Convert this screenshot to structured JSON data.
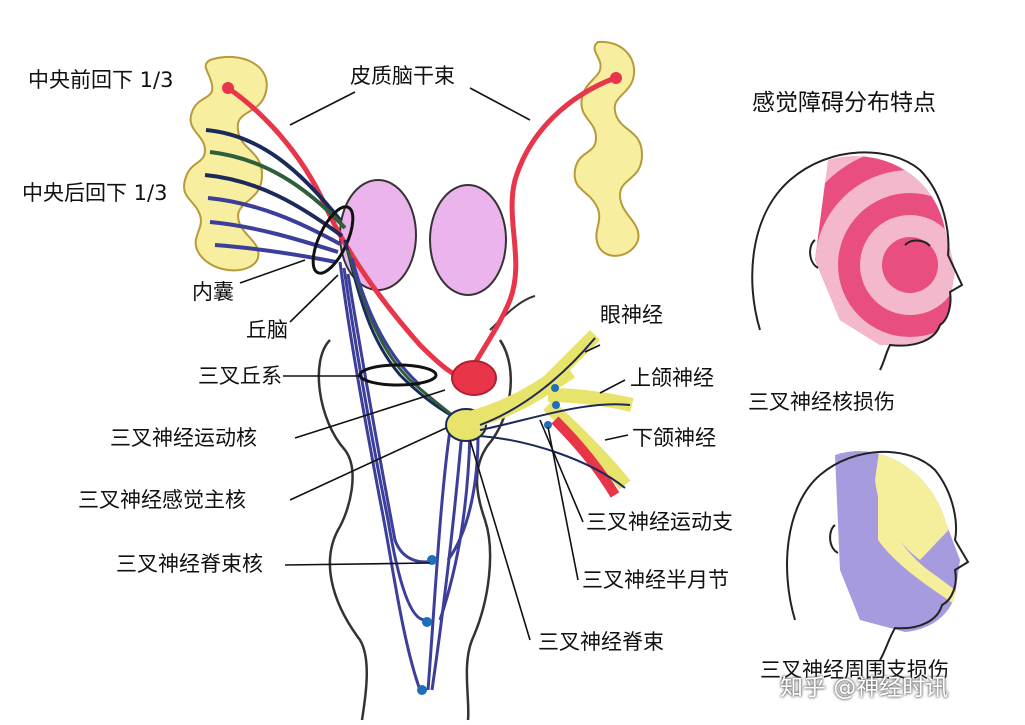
{
  "labels": {
    "precentral_lower": "中央前回下 1/3",
    "postcentral_lower": "中央后回下 1/3",
    "corticobulbar": "皮质脑干束",
    "internal_capsule": "内囊",
    "thalamus": "丘脑",
    "trigeminal_lemniscus": "三叉丘系",
    "motor_nucleus": "三叉神经运动核",
    "principal_sensory_nucleus": "三叉神经感觉主核",
    "spinal_nucleus": "三叉神经脊束核",
    "ophthalmic_nerve": "眼神经",
    "maxillary_nerve": "上颌神经",
    "mandibular_nerve": "下颌神经",
    "motor_branch": "三叉神经运动支",
    "semilunar_ganglion": "三叉神经半月节",
    "spinal_tract": "三叉神经脊束"
  },
  "panels": {
    "title": "感觉障碍分布特点",
    "nucleus_lesion": "三叉神经核损伤",
    "peripheral_lesion": "三叉神经周围支损伤"
  },
  "watermark": "知乎 @神经时讯",
  "colors": {
    "cortex": "#f7eea0",
    "thalamus": "#ecb4ec",
    "motor_tract": "#e8354a",
    "sensory_fiber": "#1c2a5a",
    "sensory_fiber_alt": "#3b3f9a",
    "ganglion": "#e8e36a",
    "onion_pink": "#e84f7e",
    "onion_light": "#f4b8cc",
    "v1_area": "#f5ef9c",
    "v2v3_area": "#a79be0"
  }
}
